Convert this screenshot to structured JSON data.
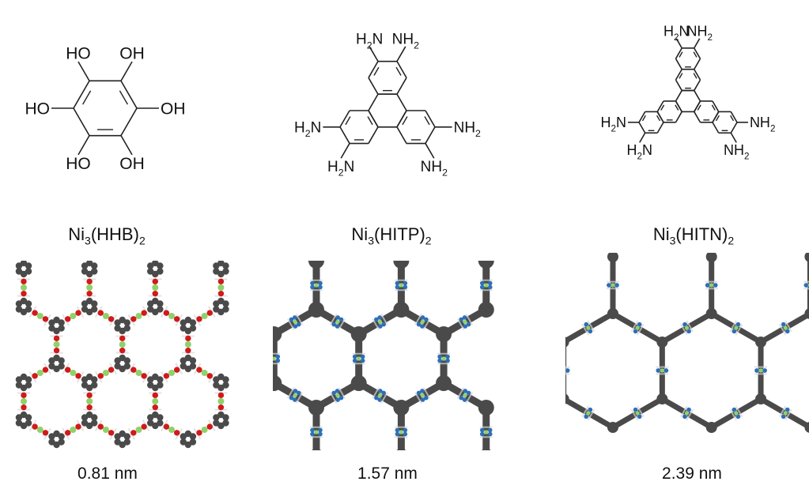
{
  "labels": {
    "ho": "HO",
    "oh": "OH",
    "nh2_main": "NH",
    "h2n_h": "H",
    "h2n_n": "N",
    "sub": "2"
  },
  "frameworks": [
    {
      "linker": "HHB",
      "title": {
        "metal": "Ni",
        "metal_n": "3",
        "ligand": "(HHB)",
        "ligand_n": "2"
      },
      "pore_size": "0.81 nm"
    },
    {
      "linker": "HITP",
      "title": {
        "metal": "Ni",
        "metal_n": "3",
        "ligand": "(HITP)",
        "ligand_n": "2"
      },
      "pore_size": "1.57 nm"
    },
    {
      "linker": "HITN",
      "title": {
        "metal": "Ni",
        "metal_n": "3",
        "ligand": "(HITN)",
        "ligand_n": "2"
      },
      "pore_size": "2.39 nm"
    }
  ],
  "colors": {
    "carbon": "#4a4a4a",
    "oxygen": "#d11a1a",
    "nitrogen": "#2f6fb5",
    "nickel": "#8fd16a",
    "hydrogen": "#d8d8d8"
  }
}
